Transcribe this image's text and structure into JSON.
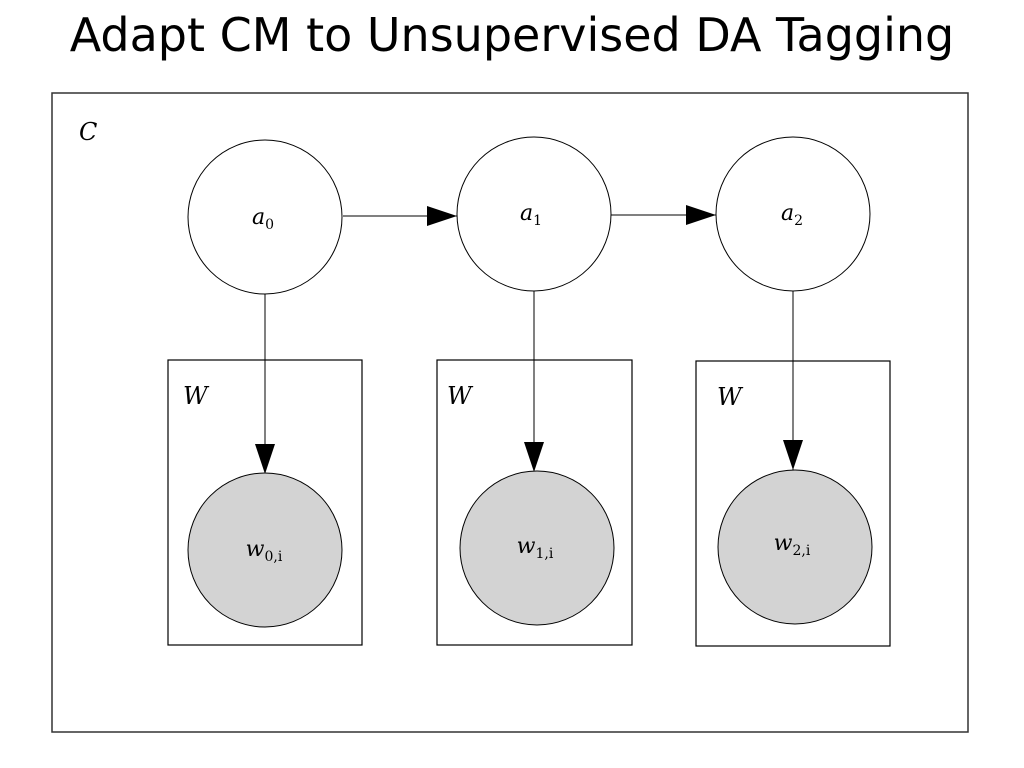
{
  "slide": {
    "title": "Adapt CM to Unsupervised DA Tagging"
  },
  "diagram": {
    "outer_plate_label": "C",
    "inner_plate_label": "W",
    "nodes": [
      {
        "id": "a0",
        "base": "a",
        "sub": "0",
        "observed": false
      },
      {
        "id": "a1",
        "base": "a",
        "sub": "1",
        "observed": false
      },
      {
        "id": "a2",
        "base": "a",
        "sub": "2",
        "observed": false
      },
      {
        "id": "w0",
        "base": "w",
        "sub": "0,i",
        "observed": true
      },
      {
        "id": "w1",
        "base": "w",
        "sub": "1,i",
        "observed": true
      },
      {
        "id": "w2",
        "base": "w",
        "sub": "2,i",
        "observed": true
      }
    ],
    "edges": [
      {
        "from": "a0",
        "to": "a1"
      },
      {
        "from": "a1",
        "to": "a2"
      },
      {
        "from": "a0",
        "to": "w0"
      },
      {
        "from": "a1",
        "to": "w1"
      },
      {
        "from": "a2",
        "to": "w2"
      }
    ],
    "colors": {
      "observed_fill": "#d3d3d3",
      "latent_fill": "#ffffff",
      "stroke": "#000000"
    }
  }
}
